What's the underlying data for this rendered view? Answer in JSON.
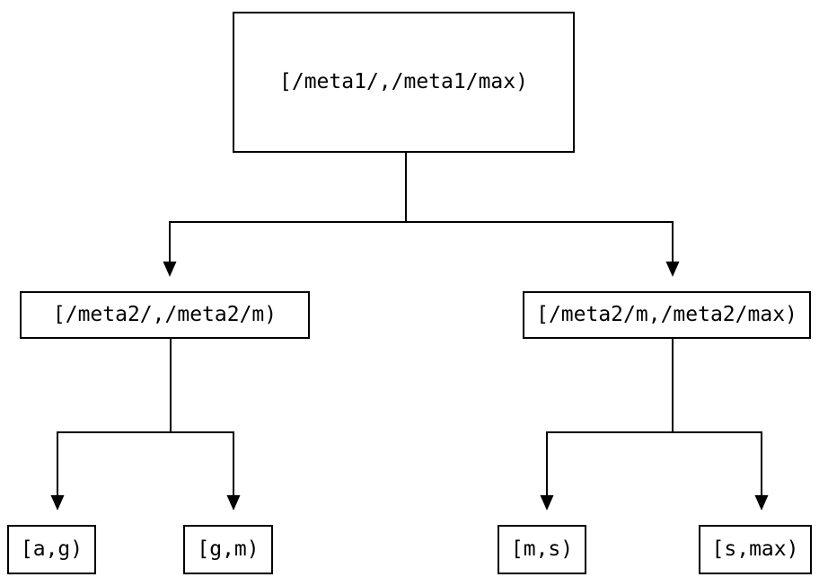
{
  "colors": {
    "background": "#ffffff",
    "line": "#000000",
    "text": "#000000"
  },
  "tree": {
    "root": {
      "label": "[/meta1/,/meta1/max)"
    },
    "children": [
      {
        "label": "[/meta2/,/meta2/m)",
        "children": [
          {
            "label": "[a,g)"
          },
          {
            "label": "[g,m)"
          }
        ]
      },
      {
        "label": "[/meta2/m,/meta2/max)",
        "children": [
          {
            "label": "[m,s)"
          },
          {
            "label": "[s,max)"
          }
        ]
      }
    ]
  }
}
